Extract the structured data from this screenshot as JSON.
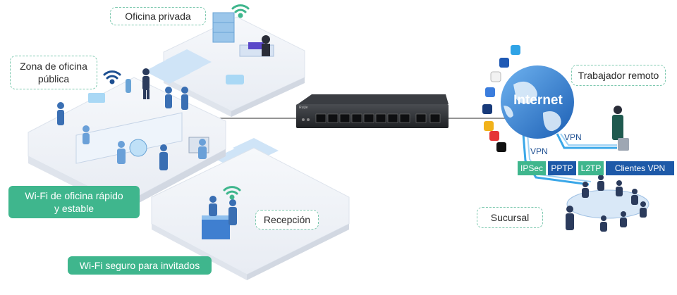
{
  "labels": {
    "private_office": "Oficina privada",
    "public_office_line1": "Zona de oficina",
    "public_office_line2": "pública",
    "remote_worker": "Trabajador remoto",
    "fast_wifi_line1": "Wi-Fi de oficina rápido",
    "fast_wifi_line2": "y estable",
    "reception": "Recepción",
    "guest_wifi": "Wi-Fi seguro para invitados",
    "branch": "Sucursal",
    "internet": "Internet",
    "vpn_remote": "VPN",
    "vpn_branch": "VPN"
  },
  "vpn_protocols": [
    "IPSec",
    "PPTP",
    "L2TP",
    "Clientes VPN"
  ],
  "router_brand": "Ruijie",
  "colors": {
    "accent_green": "#3fb68d",
    "dashed_border": "#7cc8ae",
    "tag_blue": "#1d59a8",
    "globe_blue": "#2f7fd1",
    "floor": "#eef1f6"
  }
}
